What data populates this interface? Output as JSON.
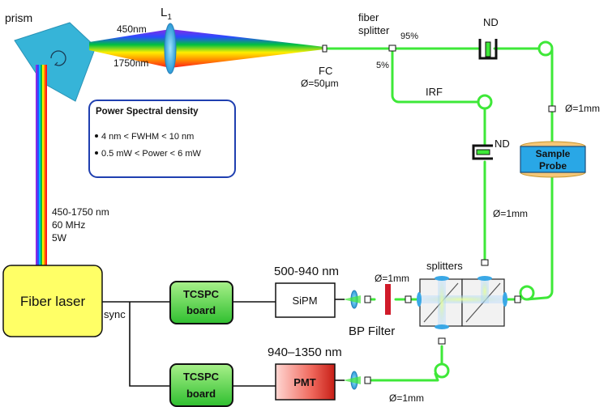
{
  "labels": {
    "prism": "prism",
    "lens": "L",
    "lens_sub": "1",
    "wl_low": "450nm",
    "wl_high": "1750nm",
    "fc": "FC",
    "fc_diam": "Ø=50μm",
    "fiber_splitter_1": "fiber",
    "fiber_splitter_2": "splitter",
    "split_95": "95%",
    "split_5": "5%",
    "nd_top": "ND",
    "nd_mid": "ND",
    "irf": "IRF",
    "diam_right": "Ø=1mm",
    "diam_mid": "Ø=1mm",
    "diam_splitter": "Ø=1mm",
    "diam_bottom": "Ø=1mm",
    "sample_1": "Sample",
    "sample_2": "Probe",
    "splitters": "splitters",
    "sipm_range": "500-940 nm",
    "pmt_range": "940–1350  nm",
    "sipm": "SiPM",
    "pmt": "PMT",
    "bp_filter": "BP Filter",
    "sync": "sync",
    "fiber_laser": "Fiber laser",
    "tcspc_1": "TCSPC",
    "board_1": "board",
    "tcspc_2": "TCSPC",
    "board_2": "board",
    "laser_spec_1": "450-1750 nm",
    "laser_spec_2": "60 MHz",
    "laser_spec_3": "5W"
  },
  "psd_box": {
    "title": "Power Spectral density",
    "item_1": "4 nm < FWHM < 10 nm",
    "item_2": "0.5 mW < Power < 6 mW"
  },
  "colors": {
    "fiber": "#3ee838",
    "psd_border": "#1f3fb0",
    "prism": "#36b4d8",
    "laser_fill": "#ffff66",
    "tcspc_fill": "#4fd64f",
    "sample_fill": "#29a7e6",
    "pmt_fill": "#e5332a",
    "filter": "#d01b2a"
  }
}
